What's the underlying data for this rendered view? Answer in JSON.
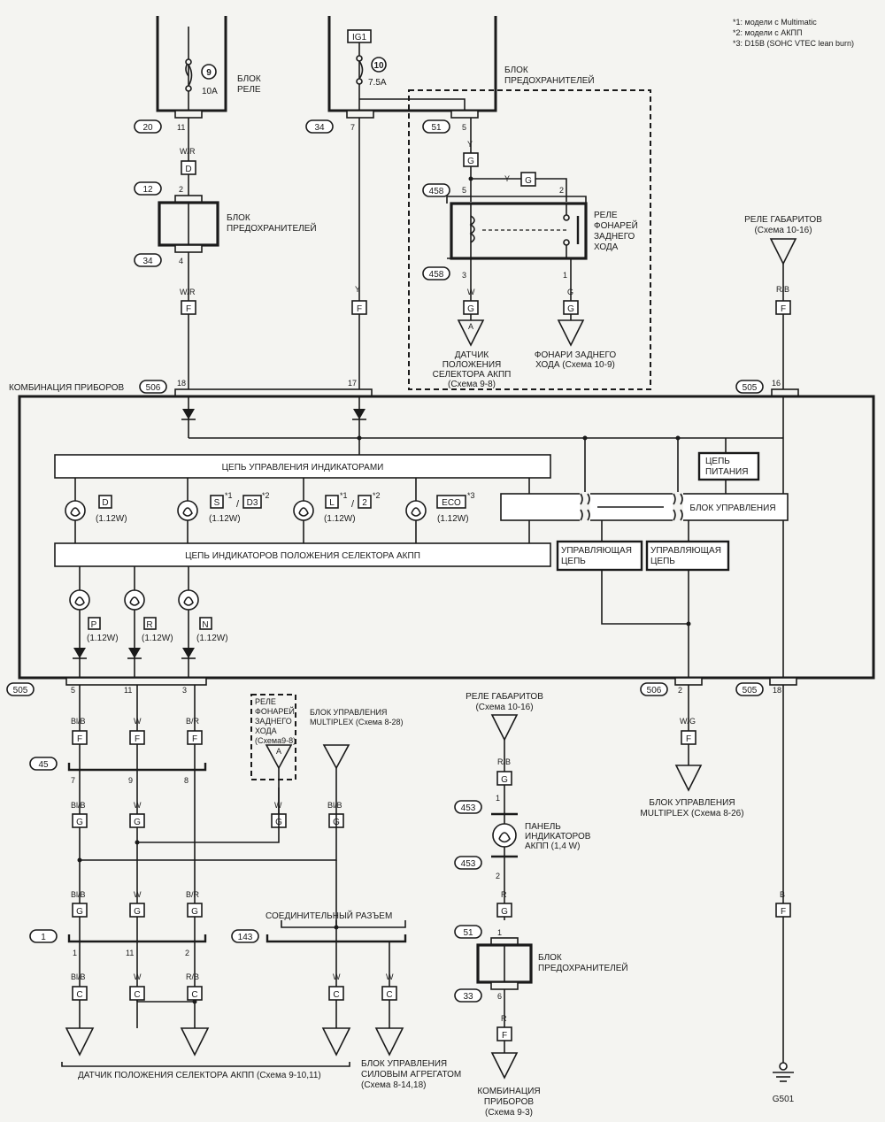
{
  "notes": [
    "*1: модели с Multimatic",
    "*2: модели с АКПП",
    "*3: D15B (SOHC VTEC lean burn)"
  ],
  "relay_block": {
    "title": [
      "БЛОК",
      "РЕЛЕ"
    ],
    "fuse_no": "9",
    "fuse_rating": "10A",
    "connector": "20",
    "pin": "11"
  },
  "fuse_block_top": {
    "ig": "IG1",
    "title": [
      "БЛОК",
      "ПРЕДОХРАНИТЕЛЕЙ"
    ],
    "fuse_no": "10",
    "fuse_rating": "7.5A",
    "connector_a": "34",
    "pin_a": "7",
    "connector_b": "51",
    "pin_b": "5"
  },
  "fuse_block_left": {
    "title": [
      "БЛОК",
      "ПРЕДОХРАНИТЕЛЕЙ"
    ],
    "connector_top": "12",
    "pin_top": "2",
    "connector_bottom": "34",
    "pin_bottom": "4"
  },
  "reverse_relay": {
    "title": [
      "РЕЛЕ",
      "ФОНАРЕЙ",
      "ЗАДНЕГО",
      "ХОДА"
    ],
    "connector": "458",
    "pin1": "5",
    "pin2": "2",
    "pin3": "3",
    "pin4": "1"
  },
  "reverse_sensor_label": [
    "ДАТЧИК",
    "ПОЛОЖЕНИЯ",
    "СЕЛЕКТОРА АКПП",
    "(Схема 9-8)"
  ],
  "reverse_lamps_label": [
    "ФОНАРИ ЗАДНЕГО",
    "ХОДА (Схема 10-9)"
  ],
  "tail_relay_top": [
    "РЕЛЕ ГАБАРИТОВ",
    "(Схема 10-16)"
  ],
  "cluster": {
    "title": "КОМБИНАЦИЯ ПРИБОРОВ",
    "connector_left": "506",
    "pin18": "18",
    "pin17": "17",
    "connector_right": "505",
    "pin16": "16",
    "indicator_ctrl": "ЦЕПЬ УПРАВЛЕНИЯ ИНДИКАТОРАМИ",
    "power_circuit": [
      "ЦЕПЬ",
      "ПИТАНИЯ"
    ],
    "control_unit": "БЛОК УПРАВЛЕНИЯ",
    "selector_circuit": "ЦЕПЬ ИНДИКАТОРОВ ПОЛОЖЕНИЯ СЕЛЕКТОРА АКПП",
    "ctrl_circuit": [
      "УПРАВЛЯЮЩАЯ",
      "ЦЕПЬ"
    ],
    "power_rating": "(1.12W)",
    "ind_d": "D",
    "ind_s": "S",
    "ind_d3": "D3",
    "ind_l": "L",
    "ind_2": "2",
    "ind_eco": "ECO",
    "sup1": "*1",
    "sup2": "*2",
    "sup3": "*3",
    "ind_p": "P",
    "ind_r": "R",
    "ind_n": "N"
  },
  "bottom_left": {
    "connector_505": "505",
    "pin5": "5",
    "pin11": "11",
    "pin3": "3",
    "connector_45": "45",
    "pin7": "7",
    "pin9": "9",
    "pin8": "8",
    "connector_1": "1",
    "pin1": "1",
    "pin11b": "11",
    "pin2": "2",
    "connector_143": "143",
    "joint": "СОЕДИНИТЕЛЬНЫЙ РАЗЪЕМ",
    "relay_ref": [
      "РЕЛЕ",
      "ФОНАРЕЙ",
      "ЗАДНЕГО",
      "ХОДА",
      "(Схема9-8)"
    ],
    "mux_ref": [
      "БЛОК УПРАВЛЕНИЯ",
      "MULTIPLEX (Схема 8-28)"
    ],
    "sensor_ref": "ДАТЧИК ПОЛОЖЕНИЯ СЕЛЕКТОРА АКПП (Схема 9-10,11)",
    "pcm_ref": [
      "БЛОК УПРАВЛЕНИЯ",
      "СИЛОВЫМ АГРЕГАТОМ",
      "(Схема 8-14,18)"
    ]
  },
  "bottom_mid": {
    "tail_relay": [
      "РЕЛЕ ГАБАРИТОВ",
      "(Схема 10-16)"
    ],
    "connector_453": "453",
    "pin1": "1",
    "pin2": "2",
    "panel_label": [
      "ПАНЕЛЬ",
      "ИНДИКАТОРОВ",
      "АКПП (1,4 W)"
    ],
    "connector_51": "51",
    "connector_33": "33",
    "pin6": "6",
    "fuse_label": [
      "БЛОК",
      "ПРЕДОХРАНИТЕЛЕЙ"
    ],
    "cluster_ref": [
      "КОМБИНАЦИЯ",
      "ПРИБОРОВ",
      "(Схема 9-3)"
    ]
  },
  "bottom_right": {
    "connector_506": "506",
    "pin2": "2",
    "connector_505": "505",
    "pin18": "18",
    "mux_ref": [
      "БЛОК УПРАВЛЕНИЯ",
      "MULTIPLEX (Схема 8-26)"
    ],
    "ground": "G501"
  },
  "wire_colors": {
    "wr": "W/R",
    "y": "Y",
    "w": "W",
    "g": "G",
    "rb": "R/B",
    "blb": "Bl/B",
    "br": "B/R",
    "wg": "W/G",
    "r": "R",
    "b": "B"
  },
  "conn_letters": {
    "d": "D",
    "f": "F",
    "g": "G",
    "c": "C",
    "a": "A"
  }
}
